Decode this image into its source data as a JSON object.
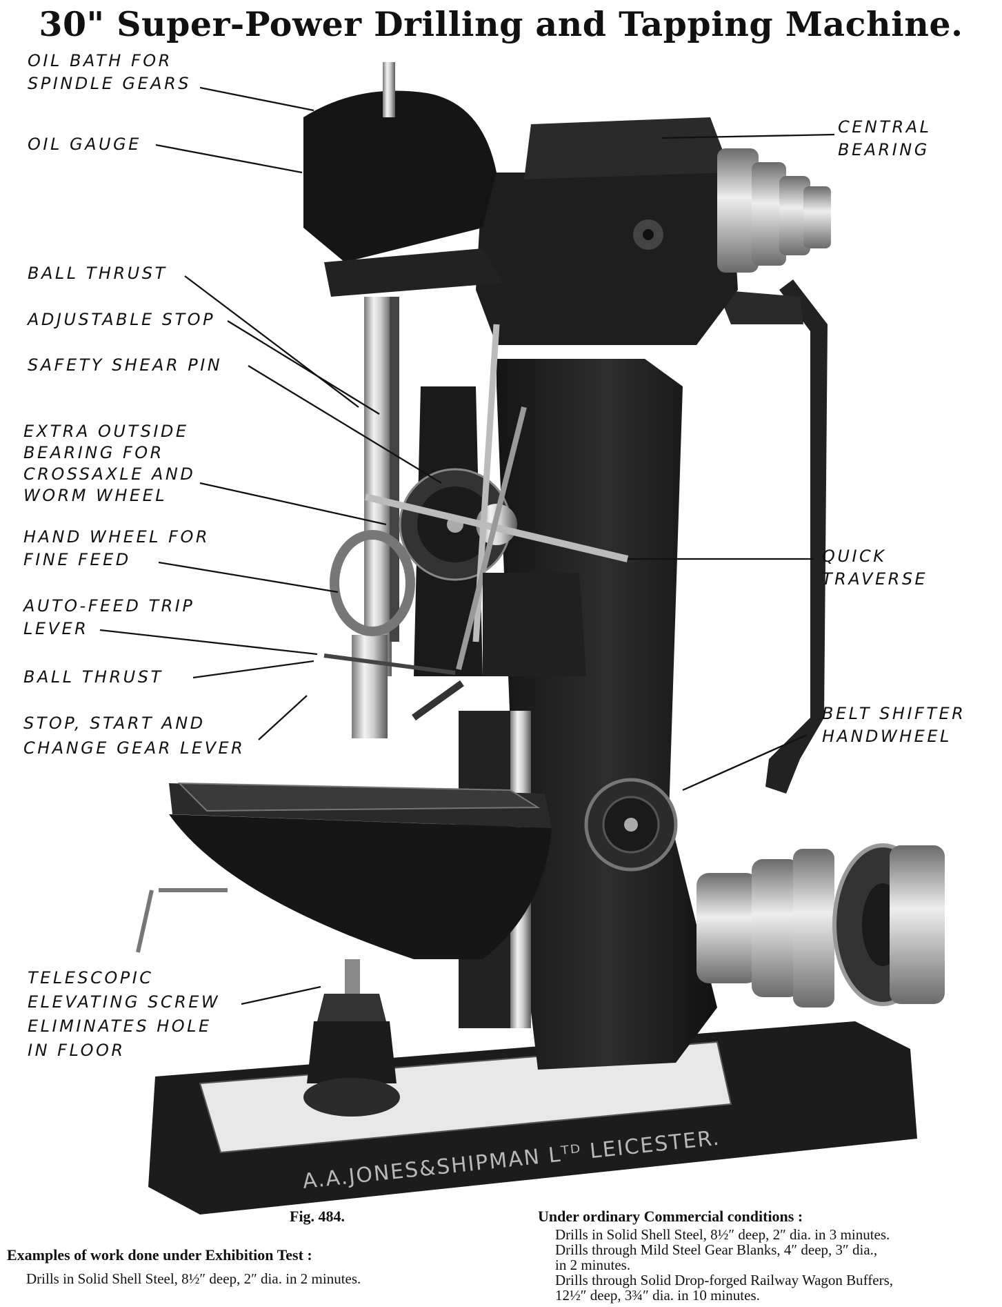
{
  "title": "30\" Super-Power Drilling and Tapping Machine.",
  "labels": {
    "oil_bath": [
      "OIL BATH FOR",
      "SPINDLE GEARS"
    ],
    "oil_gauge": [
      "OIL GAUGE"
    ],
    "central_bearing": [
      "CENTRAL",
      "BEARING"
    ],
    "ball_thrust_upper": [
      "BALL THRUST"
    ],
    "adjustable_stop": [
      "ADJUSTABLE STOP"
    ],
    "safety_shear_pin": [
      "SAFETY SHEAR PIN"
    ],
    "extra_outside_bearing": [
      "EXTRA OUTSIDE",
      "BEARING FOR",
      "CROSSAXLE AND",
      "WORM WHEEL"
    ],
    "hand_wheel": [
      "HAND WHEEL FOR",
      "FINE FEED"
    ],
    "quick_traverse": [
      "QUICK",
      "TRAVERSE"
    ],
    "auto_feed": [
      "AUTO-FEED TRIP",
      "LEVER"
    ],
    "ball_thrust_lower": [
      "BALL THRUST"
    ],
    "stop_start": [
      "STOP, START AND",
      "CHANGE GEAR LEVER"
    ],
    "belt_shifter": [
      "BELT SHIFTER",
      "HANDWHEEL"
    ],
    "telescopic": [
      "TELESCOPIC",
      "ELEVATING SCREW",
      "ELIMINATES HOLE",
      "IN FLOOR"
    ]
  },
  "maker_mark": "A.A.JONES&SHIPMAN Lᵀᴰ LEICESTER.",
  "figure": "Fig. 484.",
  "exhibition": {
    "heading": "Examples of work done under Exhibition Test :",
    "line": "Drills in Solid Shell Steel, 8½″ deep, 2″ dia. in 2 minutes."
  },
  "commercial": {
    "heading": "Under ordinary Commercial conditions :",
    "lines": [
      "Drills in Solid Shell Steel, 8½″ deep, 2″ dia. in 3 minutes.",
      "Drills through Mild Steel Gear Blanks,  4″  deep, 3″ dia.,",
      "in 2 minutes.",
      "Drills through Solid Drop-forged Railway Wagon Buffers,",
      "12½″ deep, 3¾″ dia. in 10 minutes."
    ]
  },
  "colors": {
    "ink": "#111111",
    "machine_dark": "#1c1c1c",
    "machine_mid": "#3a3a3a",
    "steel_light": "#d9d9d9",
    "paper": "#ffffff"
  }
}
